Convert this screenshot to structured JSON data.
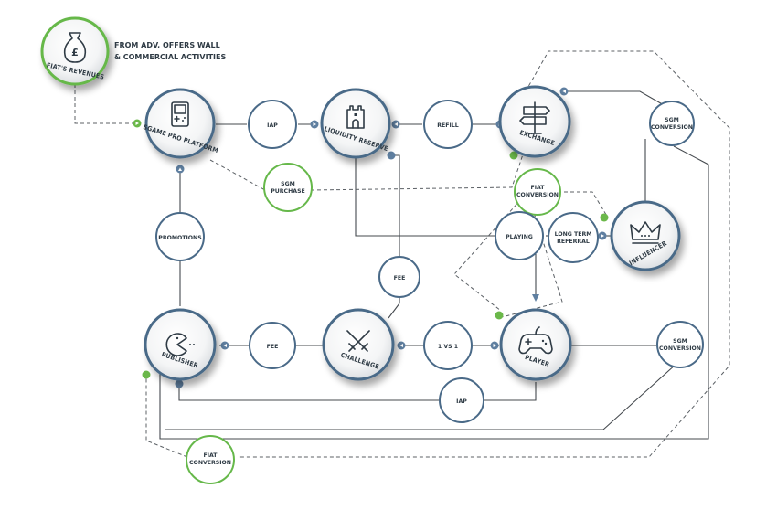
{
  "source_note": {
    "line1": "FROM ADV, OFFERS WALL",
    "line2": "& COMMERCIAL ACTIVITIES"
  },
  "nodes": {
    "fiat_revenues": "FIAT'S REVENUES",
    "sgame_platform": "SGAME PRO PLATFORM",
    "liquidity_reserve": "LIQUIDITY RESERVE",
    "exchange": "EXCHANGE",
    "influencer": "INFLUENCER",
    "publisher": "PUBLISHER",
    "challenge": "CHALLENGE",
    "player": "PLAYER"
  },
  "flows": {
    "iap_top": "IAP",
    "refill": "REFILL",
    "sgm_conversion_right_1": "SGM",
    "sgm_conversion_right_2": "CONVERSION",
    "sgm_purchase_1": "SGM",
    "sgm_purchase_2": "PURCHASE",
    "fiat_conversion_mid_1": "FIAT",
    "fiat_conversion_mid_2": "CONVERSION",
    "promotions": "PROMOTIONS",
    "playing": "PLAYING",
    "long_term_1": "LONG TERM",
    "long_term_2": "REFERRAL",
    "fee_mid": "FEE",
    "fee_left": "FEE",
    "one_vs_one": "1 VS 1",
    "sgm_conversion_lower_1": "SGM",
    "sgm_conversion_lower_2": "CONVERSION",
    "iap_bottom": "IAP",
    "fiat_conversion_bottom_1": "FIAT",
    "fiat_conversion_bottom_2": "CONVERSION"
  },
  "colors": {
    "ring_blue": "#4a6a88",
    "ring_green": "#66b84a",
    "line": "#44494e",
    "arrow_blue": "#5f7fa0"
  }
}
